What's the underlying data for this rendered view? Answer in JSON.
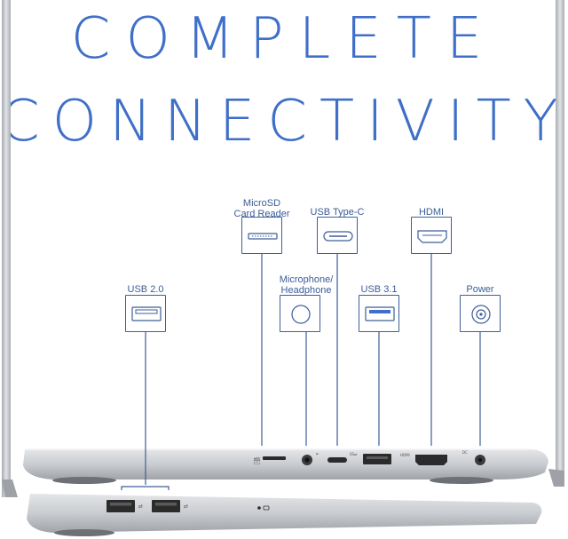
{
  "headline": {
    "line1": "COMPLETE",
    "line2": "CONNECTIVITY"
  },
  "colors": {
    "headline": "#3f6fc8",
    "callout": "#3e5e9a",
    "laptop_body": "#cfd2d6",
    "port": "#2b2b2b"
  },
  "ports": {
    "microsd": {
      "label": "MicroSD\nCard Reader",
      "icon": "sd-card-slot-icon"
    },
    "usb_c": {
      "label": "USB Type-C",
      "icon": "usb-c-icon"
    },
    "hdmi": {
      "label": "HDMI",
      "icon": "hdmi-icon"
    },
    "usb2": {
      "label": "USB 2.0",
      "icon": "usb-a-icon"
    },
    "audio": {
      "label": "Microphone/\nHeadphone",
      "icon": "audio-jack-icon"
    },
    "usb31": {
      "label": "USB 3.1",
      "icon": "usb-3-icon"
    },
    "power": {
      "label": "Power",
      "icon": "power-jack-icon"
    }
  }
}
